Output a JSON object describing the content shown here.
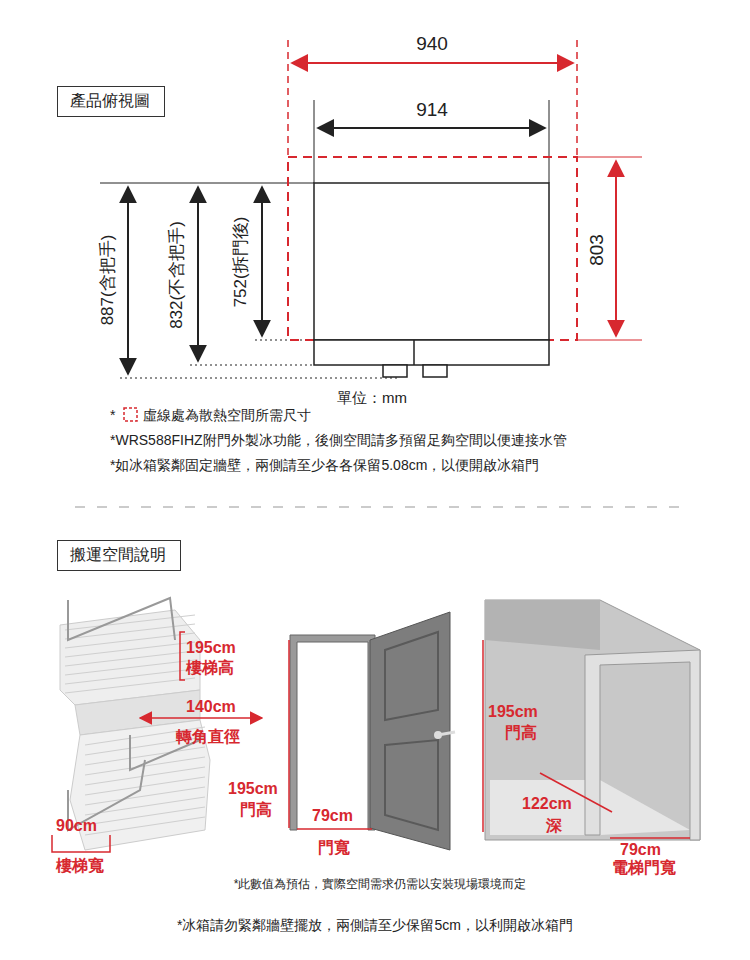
{
  "diagram": {
    "nodes": [
      {
        "text": [
          "產品俯視圖"
        ]
      },
      {
        "text": [
          "搬運空間說明"
        ]
      }
    ],
    "labels": [
      "940",
      "914",
      "803",
      "887(含把手)",
      "832(不含把手)",
      "752(拆門後)",
      "單位：mm",
      "*",
      "虛線處為散熱空間所需尺寸",
      "*WRS588FIHZ附門外製冰功能，後側空間請多預留足夠空間以便連接水管",
      "*如冰箱緊鄰固定牆壁，兩側請至少各各保留5.08cm，以便開啟冰箱門",
      "195cm",
      "樓梯高",
      "140cm",
      "轉角直徑",
      "90cm",
      "樓梯寬",
      "195cm",
      "門高",
      "79cm",
      "門寬",
      "195cm",
      "門高",
      "122cm",
      "深",
      "79cm",
      "電梯門寬",
      "*此數值為預估，實際空間需求仍需以安裝現場環境而定",
      "*冰箱請勿緊鄰牆壁擺放，兩側請至少保留5cm，以利開啟冰箱門"
    ]
  }
}
